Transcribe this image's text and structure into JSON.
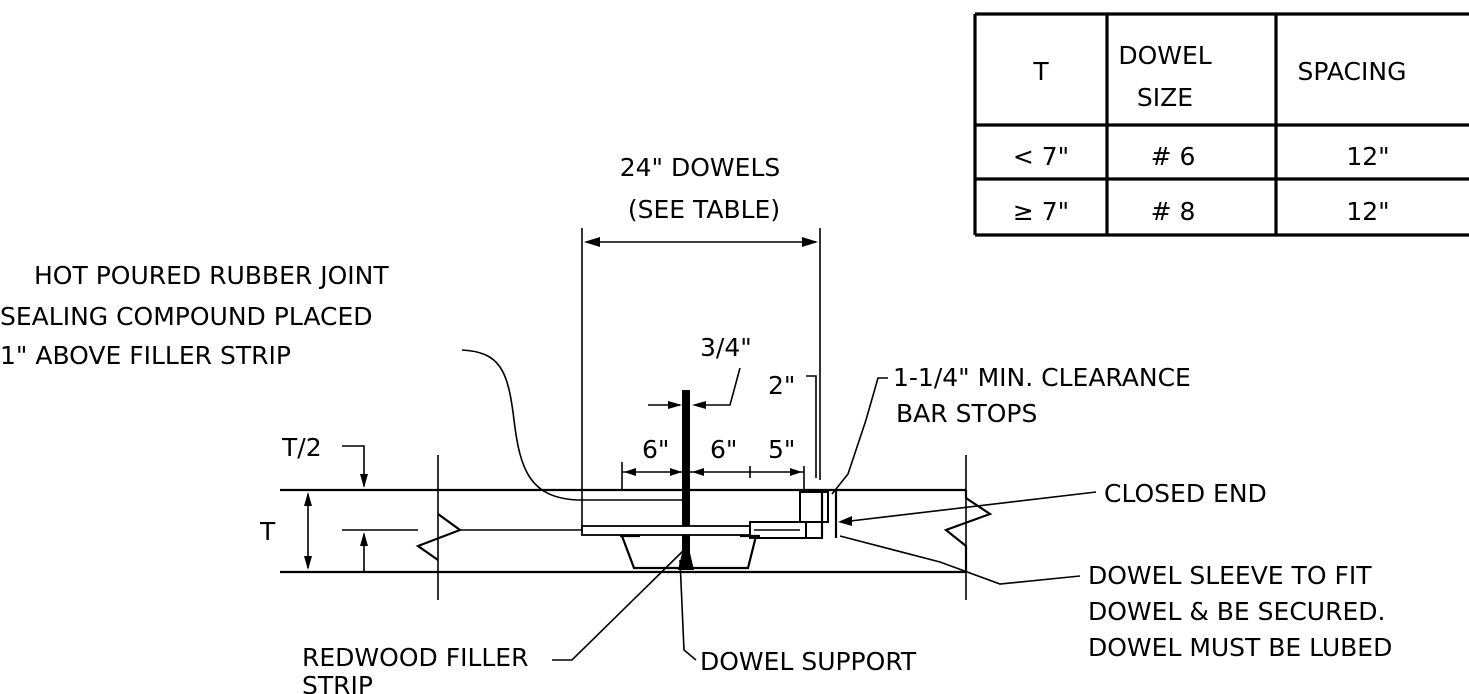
{
  "table": {
    "headers": [
      "T",
      "DOWEL",
      "SIZE",
      "SPACING"
    ],
    "rows": [
      [
        "< 7\"",
        "# 6",
        "12\""
      ],
      [
        "≥ 7\"",
        "# 8",
        "12\""
      ]
    ]
  },
  "labels": {
    "dowels_line1": "24\" DOWELS",
    "dowels_line2": "(SEE TABLE)",
    "sealing_line1": "HOT POURED RUBBER JOINT",
    "sealing_line2": "SEALING COMPOUND PLACED",
    "sealing_line3": "1\" ABOVE FILLER STRIP",
    "three_quarter": "3/4\"",
    "two_inch": "2\"",
    "clearance_line1": "1-1/4\" MIN. CLEARANCE",
    "clearance_line2": "BAR STOPS",
    "t_half": "T/2",
    "t": "T",
    "dim_6a": "6\"",
    "dim_6b": "6\"",
    "dim_5": "5\"",
    "closed_end": "CLOSED END",
    "sleeve_line1": "DOWEL SLEEVE TO FIT",
    "sleeve_line2": "DOWEL & BE SECURED.",
    "sleeve_line3": "DOWEL MUST BE LUBED",
    "redwood_line1": "REDWOOD FILLER",
    "redwood_line2": "STRIP",
    "dowel_support": "DOWEL SUPPORT"
  }
}
